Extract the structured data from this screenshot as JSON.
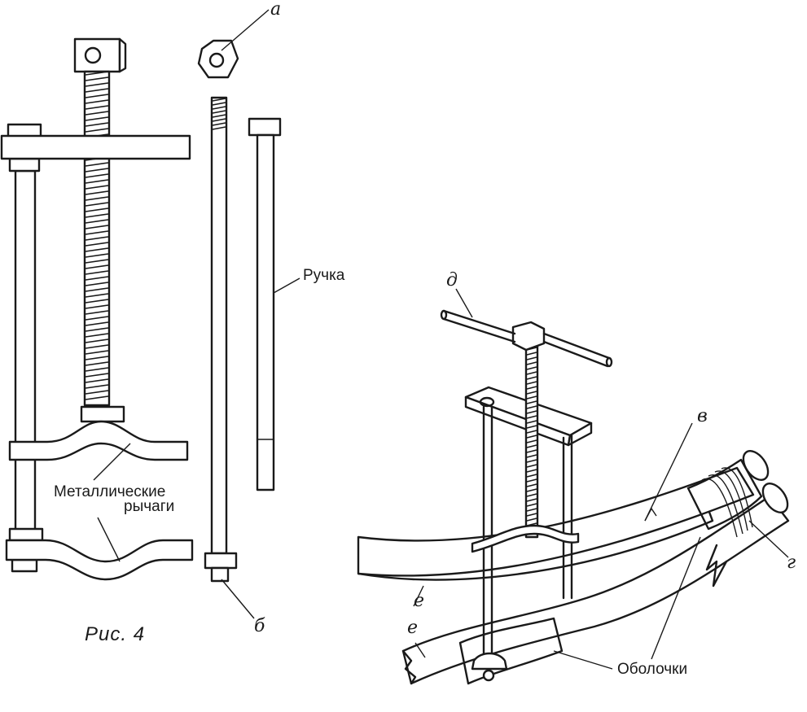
{
  "figure": {
    "caption": "Рис. 4",
    "labels": {
      "a": "а",
      "b": "б",
      "v": "в",
      "g": "г",
      "d": "д",
      "e": "е",
      "handle": "Ручка",
      "levers_line1": "Металлические",
      "levers_line2": "рычаги",
      "sheaths": "Оболочки"
    }
  }
}
